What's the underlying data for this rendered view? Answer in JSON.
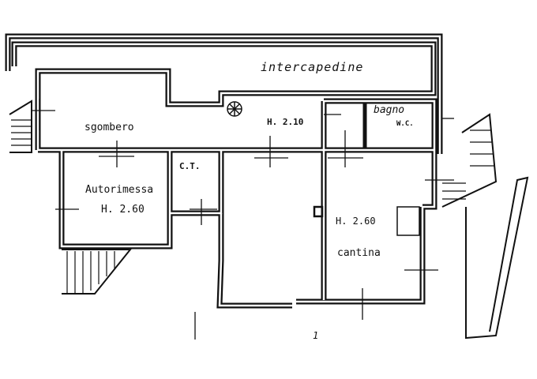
{
  "rooms": {
    "intercapedine": "intercapedine",
    "sgombero": "sgombero",
    "sgombero_height": "H. 2.10",
    "bagno": "bagno",
    "wc": "W.C.",
    "ct": "C.T.",
    "autorimessa": "Autorimessa",
    "autorimessa_height": "H. 2.60",
    "cantina_height": "H. 2.60",
    "cantina": "cantina"
  },
  "mark": "1",
  "colors": {
    "ink": "#111111",
    "paper": "#ffffff"
  }
}
